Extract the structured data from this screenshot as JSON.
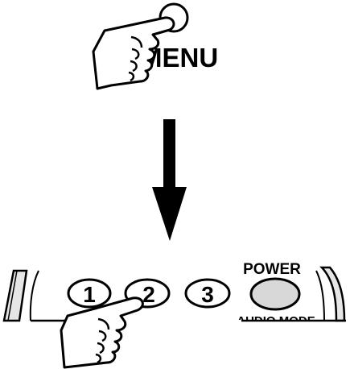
{
  "step1": {
    "button_label": "MENU"
  },
  "step2": {
    "keys": [
      "1",
      "2",
      "3"
    ],
    "power_label": "POWER",
    "audio_mode_label": "AUDIO MODE"
  },
  "colors": {
    "ink": "#000000",
    "power_button_fill": "#d8d8d8",
    "remote_edge_fill": "#e6e6e6"
  }
}
